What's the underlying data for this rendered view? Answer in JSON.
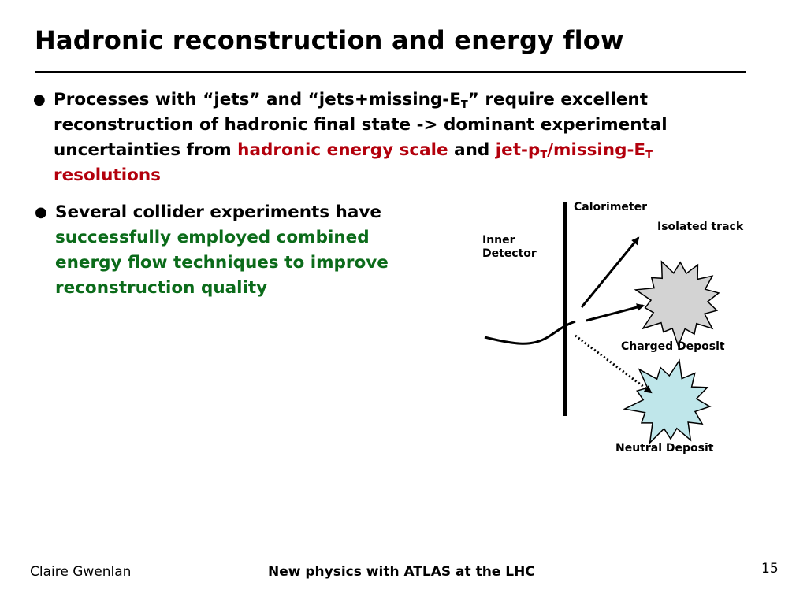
{
  "slide": {
    "title": "Hadronic reconstruction and energy flow",
    "bullets": [
      {
        "lines": [
          {
            "p1": "Processes with “jets” and “jets+missing-E",
            "sub": "T",
            "p2": "” require excellent"
          },
          {
            "text": "reconstruction of hadronic final state -> dominant experimental"
          },
          {
            "p1": "uncertainties from ",
            "red": "hadronic energy scale",
            "p2": " and ",
            "red2a": "jet-p",
            "sub1": "T",
            "red2b": "/missing-E",
            "sub2": "T"
          },
          {
            "red": "resolutions"
          }
        ]
      },
      {
        "lines": [
          {
            "text": "Several collider experiments have"
          },
          {
            "green": "successfully employed combined"
          },
          {
            "green": "energy flow techniques to improve"
          },
          {
            "green": "reconstruction quality"
          }
        ]
      }
    ],
    "diagram": {
      "calorimeter_label": "Calorimeter",
      "inner_detector_label_1": "Inner",
      "inner_detector_label_2": "Detector",
      "isolated_track_label": "Isolated track",
      "charged_deposit_label": "Charged Deposit",
      "neutral_deposit_label": "Neutral Deposit",
      "colors": {
        "charged_fill": "#d3d3d3",
        "neutral_fill": "#bfe6ea",
        "outline": "#000000"
      }
    },
    "footer": {
      "author": "Claire Gwenlan",
      "talk_title": "New physics with ATLAS at the LHC",
      "page_number": "15"
    }
  }
}
